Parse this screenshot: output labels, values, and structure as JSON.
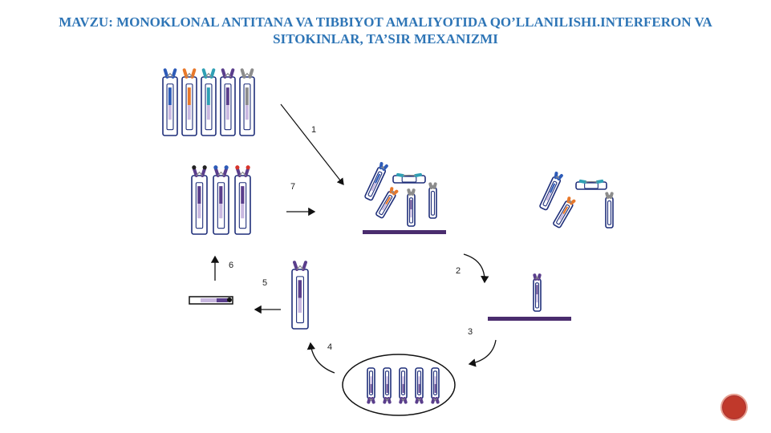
{
  "slide": {
    "title_line1": "MAVZU: MONOKLONAL ANTITANA VA TIBBIYOT AMALIYOTIDA QO’LLANILISHI.INTERFERON VA",
    "title_line2": "SITOKINLAR, TA’SIR MEXANIZMI",
    "page_number": ""
  },
  "diagram": {
    "steps": [
      "1",
      "2",
      "3",
      "4",
      "5",
      "6",
      "7"
    ],
    "colors": {
      "blue": "#2D5BB8",
      "orange": "#E8782A",
      "teal": "#2FA0B5",
      "purple": "#5A3E8C",
      "gray": "#8C8C8C",
      "navy": "#1F2F7A",
      "red": "#D8342A",
      "surface": "#4A2C6E",
      "light_purple": "#C9B8E0"
    }
  }
}
